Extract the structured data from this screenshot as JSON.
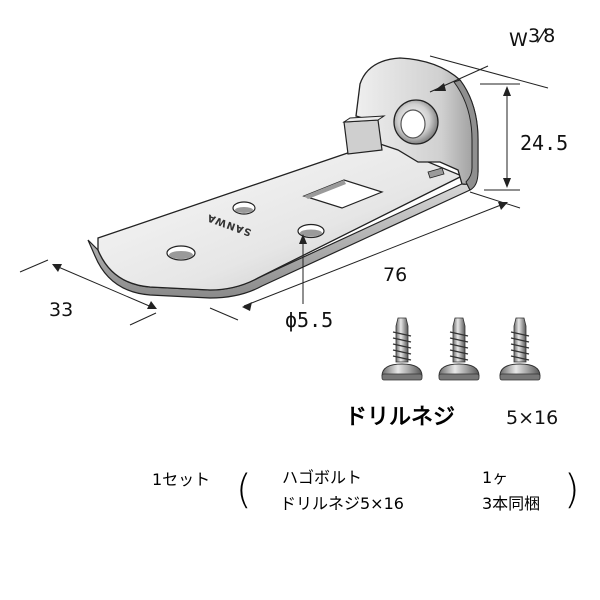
{
  "dimensions": {
    "width_label": "W",
    "width_fraction": "3⁄8",
    "height": "24.5",
    "length": "76",
    "depth": "33",
    "hole": "ϕ5.5"
  },
  "plate_marking": "SANWA",
  "screw_label": {
    "name": "ドリルネジ",
    "size": "5×16"
  },
  "set_info": {
    "prefix": "1セット",
    "items": [
      {
        "name": "ハゴボルト",
        "qty": "1ヶ"
      },
      {
        "name": "ドリルネジ5×16",
        "qty": "3本同梱"
      }
    ]
  },
  "colors": {
    "metal_light": "#f2f2f2",
    "metal_mid": "#c9c9c9",
    "metal_dark": "#7a7a7a",
    "line": "#222222"
  }
}
